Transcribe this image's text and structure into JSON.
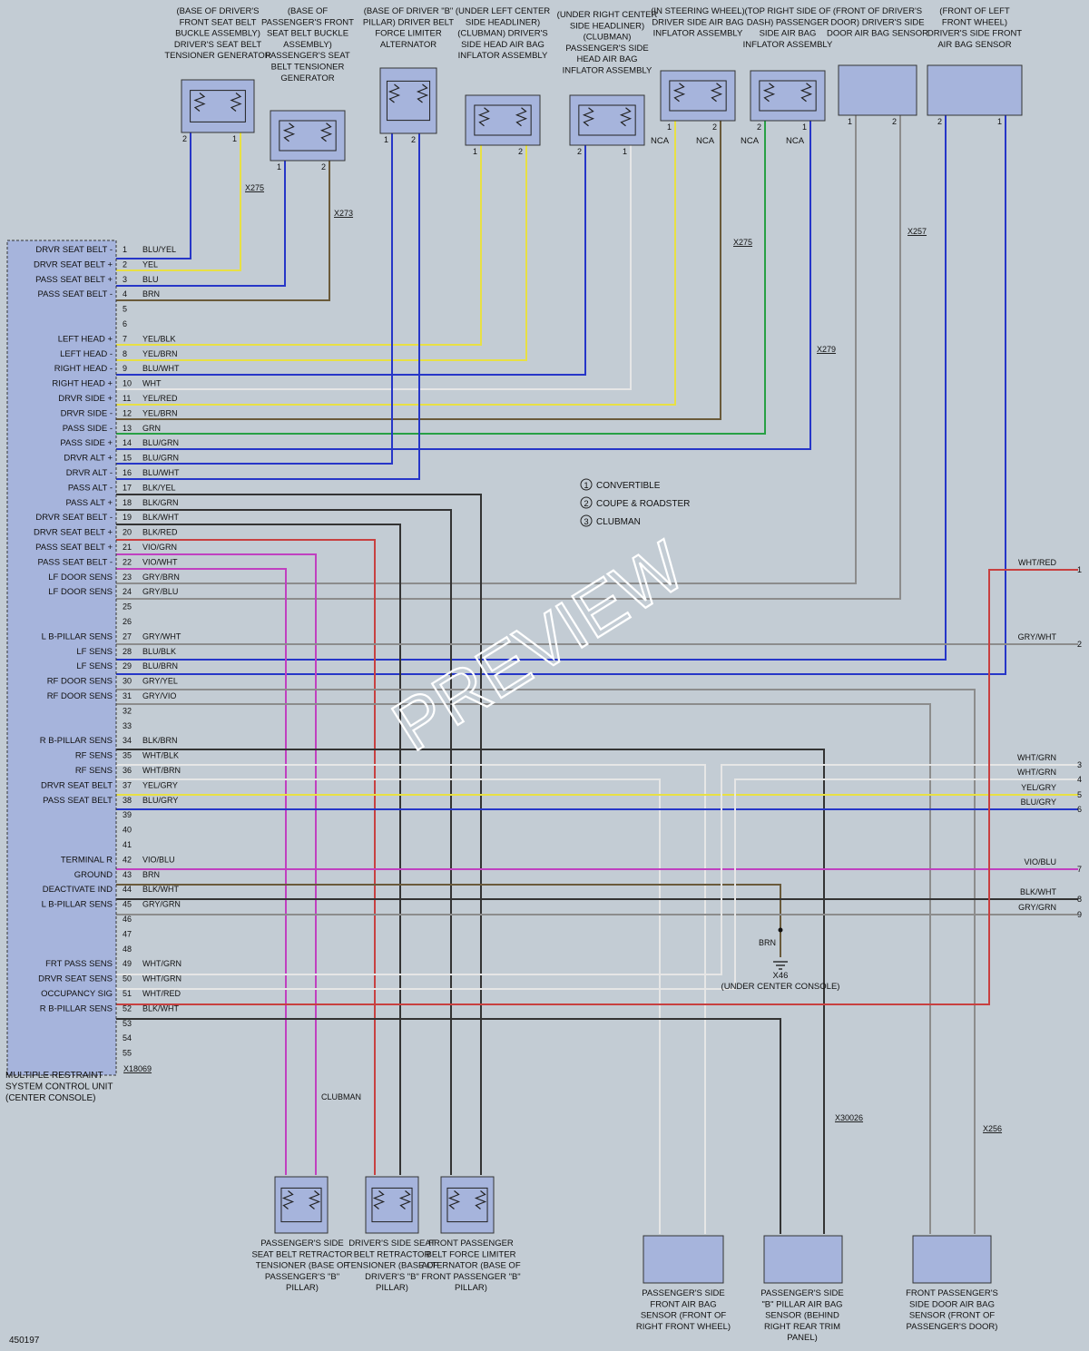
{
  "diagram_id": "450197",
  "watermark": "PREVIEW",
  "legend": [
    {
      "num": "1",
      "text": "CONVERTIBLE"
    },
    {
      "num": "2",
      "text": "COUPE & ROADSTER"
    },
    {
      "num": "3",
      "text": "CLUBMAN"
    }
  ],
  "control_unit": {
    "name": "MULTIPLE RESTRAINT SYSTEM CONTROL UNIT (CENTER CONSOLE)",
    "connector": "X18069",
    "pins": [
      {
        "pin": "1",
        "label": "DRVR SEAT BELT -",
        "wire": "BLU/YEL"
      },
      {
        "pin": "2",
        "label": "DRVR SEAT BELT +",
        "wire": "YEL"
      },
      {
        "pin": "3",
        "label": "PASS SEAT BELT +",
        "wire": "BLU"
      },
      {
        "pin": "4",
        "label": "PASS SEAT BELT -",
        "wire": "BRN"
      },
      {
        "pin": "5",
        "label": "",
        "wire": ""
      },
      {
        "pin": "6",
        "label": "",
        "wire": ""
      },
      {
        "pin": "7",
        "label": "LEFT HEAD +",
        "wire": "YEL/BLK"
      },
      {
        "pin": "8",
        "label": "LEFT HEAD -",
        "wire": "YEL/BRN"
      },
      {
        "pin": "9",
        "label": "RIGHT HEAD -",
        "wire": "BLU/WHT"
      },
      {
        "pin": "10",
        "label": "RIGHT HEAD +",
        "wire": "WHT"
      },
      {
        "pin": "11",
        "label": "DRVR SIDE +",
        "wire": "YEL/RED"
      },
      {
        "pin": "12",
        "label": "DRVR SIDE -",
        "wire": "YEL/BRN"
      },
      {
        "pin": "13",
        "label": "PASS SIDE -",
        "wire": "GRN"
      },
      {
        "pin": "14",
        "label": "PASS SIDE +",
        "wire": "BLU/GRN"
      },
      {
        "pin": "15",
        "label": "DRVR ALT +",
        "wire": "BLU/GRN"
      },
      {
        "pin": "16",
        "label": "DRVR ALT -",
        "wire": "BLU/WHT"
      },
      {
        "pin": "17",
        "label": "PASS ALT -",
        "wire": "BLK/YEL"
      },
      {
        "pin": "18",
        "label": "PASS ALT +",
        "wire": "BLK/GRN"
      },
      {
        "pin": "19",
        "label": "DRVR SEAT BELT -",
        "wire": "BLK/WHT"
      },
      {
        "pin": "20",
        "label": "DRVR SEAT BELT +",
        "wire": "BLK/RED"
      },
      {
        "pin": "21",
        "label": "PASS SEAT BELT +",
        "wire": "VIO/GRN"
      },
      {
        "pin": "22",
        "label": "PASS SEAT BELT -",
        "wire": "VIO/WHT"
      },
      {
        "pin": "23",
        "label": "LF DOOR SENS",
        "wire": "GRY/BRN"
      },
      {
        "pin": "24",
        "label": "LF DOOR SENS",
        "wire": "GRY/BLU"
      },
      {
        "pin": "25",
        "label": "",
        "wire": ""
      },
      {
        "pin": "26",
        "label": "",
        "wire": ""
      },
      {
        "pin": "27",
        "label": "L B-PILLAR SENS",
        "wire": "GRY/WHT"
      },
      {
        "pin": "28",
        "label": "LF SENS",
        "wire": "BLU/BLK"
      },
      {
        "pin": "29",
        "label": "LF SENS",
        "wire": "BLU/BRN"
      },
      {
        "pin": "30",
        "label": "RF DOOR SENS",
        "wire": "GRY/YEL"
      },
      {
        "pin": "31",
        "label": "RF DOOR SENS",
        "wire": "GRY/VIO"
      },
      {
        "pin": "32",
        "label": "",
        "wire": ""
      },
      {
        "pin": "33",
        "label": "",
        "wire": ""
      },
      {
        "pin": "34",
        "label": "R B-PILLAR SENS",
        "wire": "BLK/BRN"
      },
      {
        "pin": "35",
        "label": "RF SENS",
        "wire": "WHT/BLK"
      },
      {
        "pin": "36",
        "label": "RF SENS",
        "wire": "WHT/BRN"
      },
      {
        "pin": "37",
        "label": "DRVR SEAT BELT",
        "wire": "YEL/GRY"
      },
      {
        "pin": "38",
        "label": "PASS SEAT BELT",
        "wire": "BLU/GRY"
      },
      {
        "pin": "39",
        "label": "",
        "wire": ""
      },
      {
        "pin": "40",
        "label": "",
        "wire": ""
      },
      {
        "pin": "41",
        "label": "",
        "wire": ""
      },
      {
        "pin": "42",
        "label": "TERMINAL R",
        "wire": "VIO/BLU"
      },
      {
        "pin": "43",
        "label": "GROUND",
        "wire": "BRN"
      },
      {
        "pin": "44",
        "label": "DEACTIVATE IND",
        "wire": "BLK/WHT"
      },
      {
        "pin": "45",
        "label": "L B-PILLAR SENS",
        "wire": "GRY/GRN"
      },
      {
        "pin": "46",
        "label": "",
        "wire": ""
      },
      {
        "pin": "47",
        "label": "",
        "wire": ""
      },
      {
        "pin": "48",
        "label": "",
        "wire": ""
      },
      {
        "pin": "49",
        "label": "FRT PASS SENS",
        "wire": "WHT/GRN"
      },
      {
        "pin": "50",
        "label": "DRVR SEAT SENS",
        "wire": "WHT/GRN"
      },
      {
        "pin": "51",
        "label": "OCCUPANCY SIG",
        "wire": "WHT/RED"
      },
      {
        "pin": "52",
        "label": "R B-PILLAR SENS",
        "wire": "BLK/WHT"
      },
      {
        "pin": "53",
        "label": "",
        "wire": ""
      },
      {
        "pin": "54",
        "label": "",
        "wire": ""
      },
      {
        "pin": "55",
        "label": "",
        "wire": ""
      }
    ]
  },
  "right_connector": [
    {
      "pin": "1",
      "wire": "WHT/RED"
    },
    {
      "pin": "2",
      "wire": "GRY/WHT"
    },
    {
      "pin": "3",
      "wire": "WHT/GRN"
    },
    {
      "pin": "4",
      "wire": "WHT/GRN"
    },
    {
      "pin": "5",
      "wire": "YEL/GRY"
    },
    {
      "pin": "6",
      "wire": "BLU/GRY"
    },
    {
      "pin": "7",
      "wire": "VIO/BLU"
    },
    {
      "pin": "8",
      "wire": "BLK/WHT"
    },
    {
      "pin": "9",
      "wire": "GRY/GRN"
    }
  ],
  "top_components": [
    "(BASE OF DRIVER'S FRONT SEAT BELT BUCKLE ASSEMBLY) DRIVER'S SEAT BELT TENSIONER GENERATOR",
    "(BASE OF PASSENGER'S FRONT SEAT BELT BUCKLE ASSEMBLY) PASSENGER'S SEAT BELT TENSIONER GENERATOR",
    "(BASE OF DRIVER \"B\" PILLAR) DRIVER BELT FORCE LIMITER ALTERNATOR",
    "(UNDER LEFT CENTER SIDE HEADLINER) (CLUBMAN) DRIVER'S SIDE HEAD AIR BAG INFLATOR ASSEMBLY",
    "(UNDER RIGHT CENTER SIDE HEADLINER) (CLUBMAN) PASSENGER'S SIDE HEAD AIR BAG INFLATOR ASSEMBLY",
    "(IN STEERING WHEEL) DRIVER SIDE AIR BAG INFLATOR ASSEMBLY",
    "(TOP RIGHT SIDE OF DASH) PASSENGER SIDE AIR BAG INFLATOR ASSEMBLY",
    "(FRONT OF DRIVER'S DOOR) DRIVER'S SIDE DOOR AIR BAG SENSOR",
    "(FRONT OF LEFT FRONT WHEEL) DRIVER'S SIDE FRONT AIR BAG SENSOR"
  ],
  "bottom_components": [
    "PASSENGER'S SIDE SEAT BELT RETRACTOR TENSIONER (BASE OF PASSENGER'S \"B\" PILLAR)",
    "DRIVER'S SIDE SEAT BELT RETRACTOR TENSIONER (BASE OF DRIVER'S \"B\" PILLAR)",
    "FRONT PASSENGER BELT FORCE LIMITER ALTERNATOR (BASE OF FRONT PASSENGER \"B\" PILLAR)",
    "PASSENGER'S SIDE FRONT AIR BAG SENSOR (FRONT OF RIGHT FRONT WHEEL)",
    "PASSENGER'S SIDE \"B\" PILLAR AIR BAG SENSOR (BEHIND RIGHT REAR TRIM PANEL)",
    "FRONT PASSENGER'S SIDE DOOR AIR BAG SENSOR (FRONT OF PASSENGER'S DOOR)"
  ],
  "connectors": [
    "X275",
    "X273",
    "X257",
    "X279",
    "X30026",
    "X256"
  ],
  "ground": {
    "id": "X46",
    "location": "(UNDER CENTER CONSOLE)",
    "wire": "BRN"
  },
  "notes": {
    "nca": "NCA",
    "clubman": "CLUBMAN"
  }
}
